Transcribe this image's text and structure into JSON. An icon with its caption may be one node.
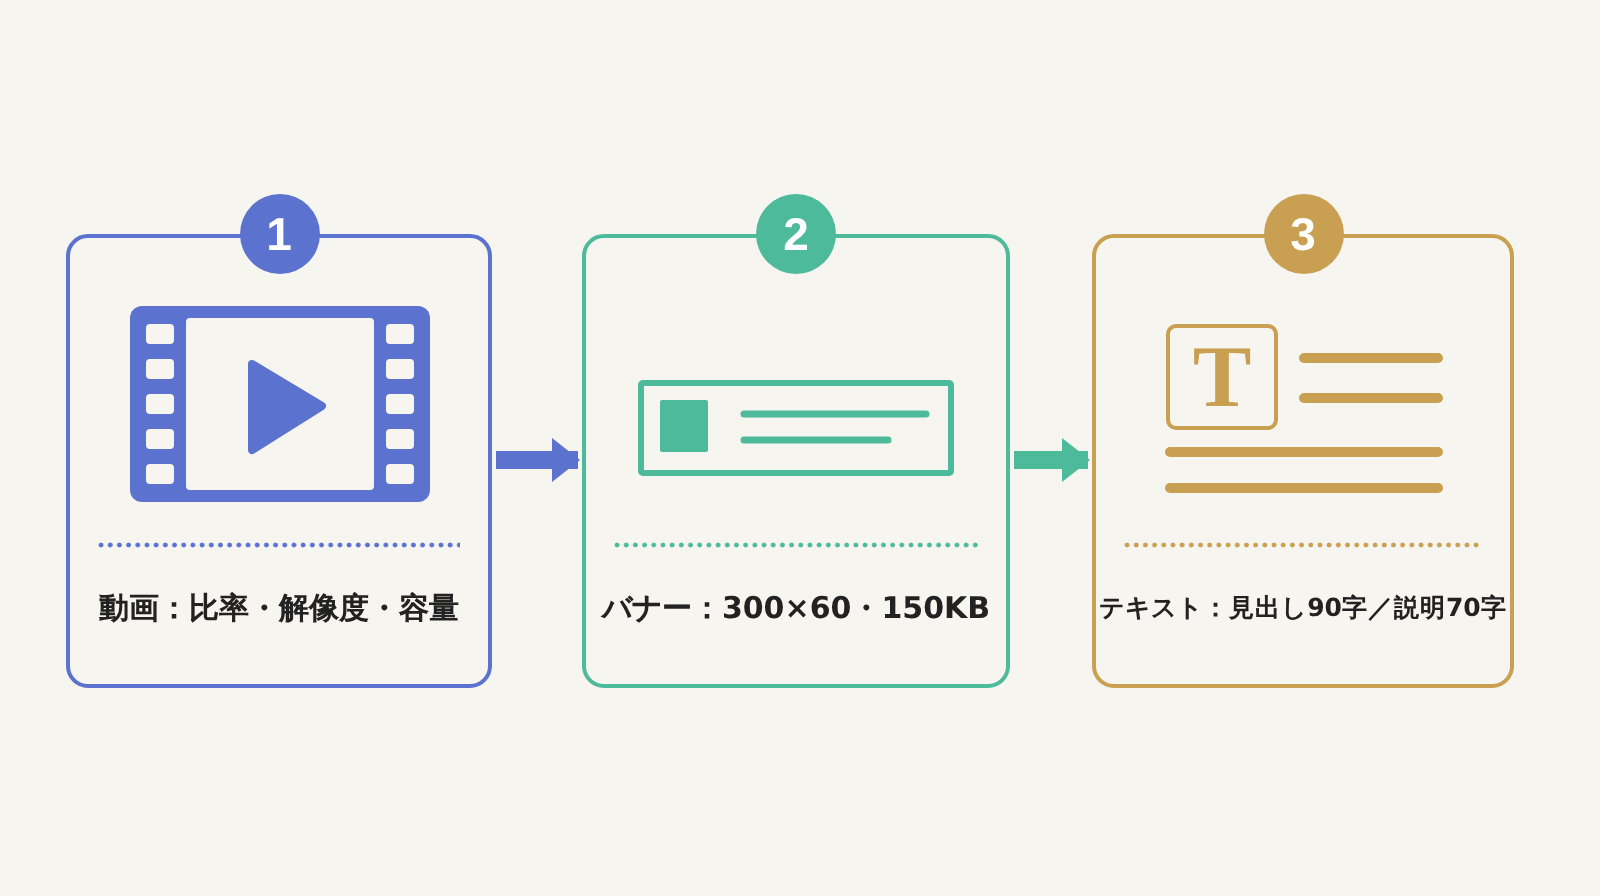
{
  "diagram": {
    "nodes": [
      {
        "text": [
          "1",
          "動画：比率・解像度・容量"
        ]
      },
      {
        "text": [
          "2",
          "バナー：300×60・150KB"
        ]
      },
      {
        "text": [
          "3",
          "T",
          "テキスト：見出し90字／説明70字"
        ]
      }
    ],
    "edges": [
      {
        "from": 0,
        "to": 1,
        "arrow": "to",
        "color": "#5b73cf"
      },
      {
        "from": 1,
        "to": 2,
        "arrow": "to",
        "color": "#4dba9b"
      }
    ]
  }
}
